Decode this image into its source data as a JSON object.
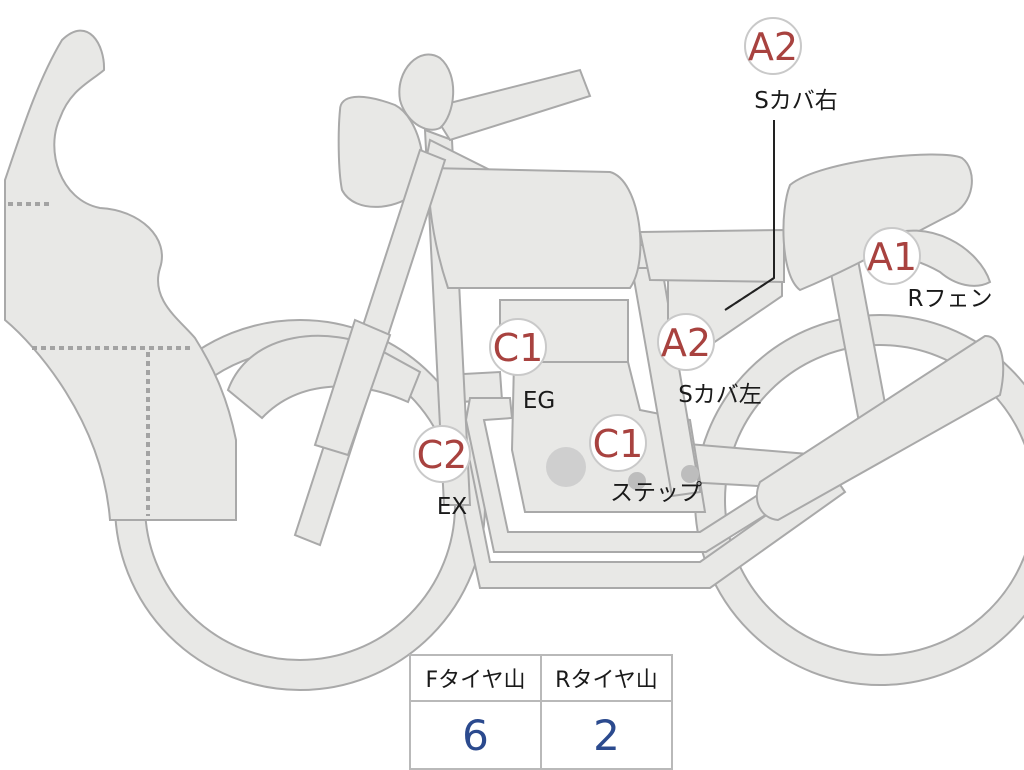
{
  "badges": [
    {
      "id": "a2-right",
      "code": "A2",
      "label": "Sカバ右"
    },
    {
      "id": "a1",
      "code": "A1",
      "label": "Rフェン"
    },
    {
      "id": "c1-eg",
      "code": "C1",
      "label": "EG"
    },
    {
      "id": "a2-left",
      "code": "A2",
      "label": "Sカバ左"
    },
    {
      "id": "c2",
      "code": "C2",
      "label": "EX"
    },
    {
      "id": "c1-step",
      "code": "C1",
      "label": "ステップ"
    }
  ],
  "tire_table": {
    "headers": [
      "Fタイヤ山",
      "Rタイヤ山"
    ],
    "values": [
      "6",
      "2"
    ]
  },
  "colors": {
    "part_fill": "#e8e8e6",
    "part_outline": "#a9a9a9",
    "badge_code": "#a8423f",
    "table_value": "#2b4a8e"
  }
}
